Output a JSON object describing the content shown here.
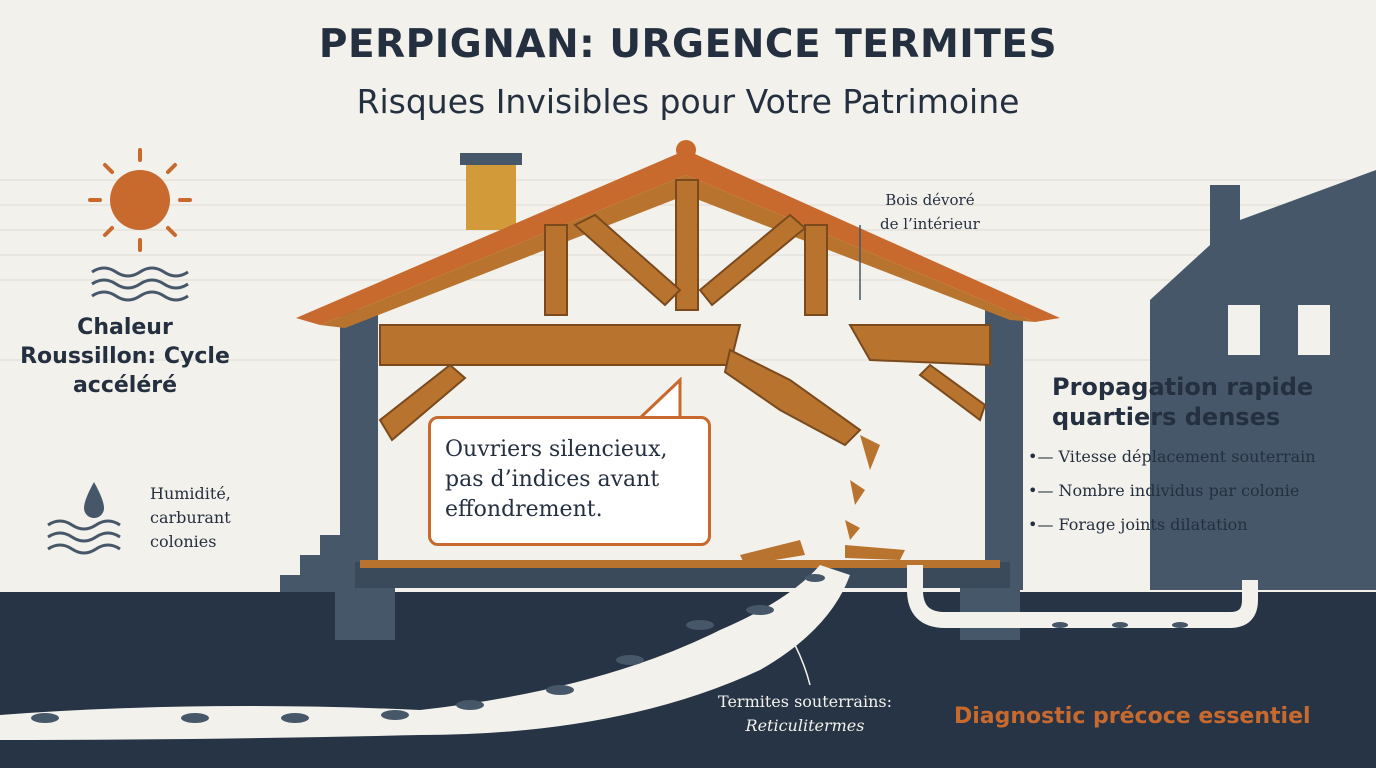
{
  "header": {
    "title": "PERPIGNAN: URGENCE TERMITES",
    "subtitle": "Risques Invisibles pour Votre Patrimoine"
  },
  "left_panel": {
    "heat_label": "Chaleur Roussillon: Cycle accéléré",
    "humidity_label": [
      "Humidité,",
      "carburant",
      "colonies"
    ],
    "icons": [
      "sun-icon",
      "waves-icon",
      "water-drop-icon"
    ]
  },
  "house": {
    "wood_label": [
      "Bois dévoré",
      "de l’intérieur"
    ],
    "bubble_text": "Ouvriers silencieux, pas d’indices avant effondrement."
  },
  "right_panel": {
    "heading": "Propagation rapide quartiers denses",
    "bullets": [
      "Vitesse déplacement souterrain",
      "Nombre individus par colonie",
      "Forage joints dilatation"
    ]
  },
  "ground": {
    "termite_label": "Termites souterrains:",
    "termite_species": "Reticulitermes",
    "call_to_action": "Diagnostic précoce essentiel"
  },
  "colors": {
    "background": "#f3f1eb",
    "ink": "#243040",
    "accent_orange": "#c8692e",
    "wood": "#b8742f",
    "ground": "#263445",
    "slate": "#455769"
  }
}
